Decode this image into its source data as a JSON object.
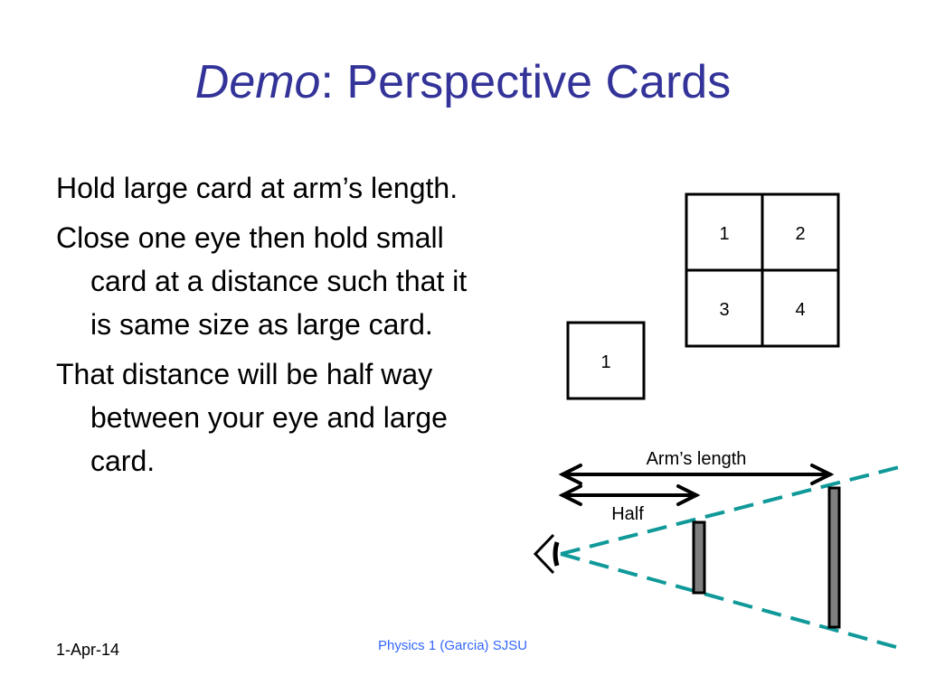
{
  "slide": {
    "title_emphasis": "Demo",
    "title_rest": ": Perspective Cards",
    "bullets": [
      "Hold large card at arm’s length.",
      "Close one eye then hold small card at a distance such that it is same size as large card.",
      "That distance will be half way between your eye and large card."
    ]
  },
  "large_card": {
    "cells": [
      "1",
      "2",
      "3",
      "4"
    ]
  },
  "small_card": {
    "label": "1"
  },
  "diagram": {
    "arms_length_label": "Arm’s length",
    "half_label": "Half",
    "sightline_color": "#109999",
    "card_fill_color": "#7f7f7f"
  },
  "footer": {
    "date": "1-Apr-14",
    "center_text": "Physics 1 (Garcia) SJSU"
  }
}
